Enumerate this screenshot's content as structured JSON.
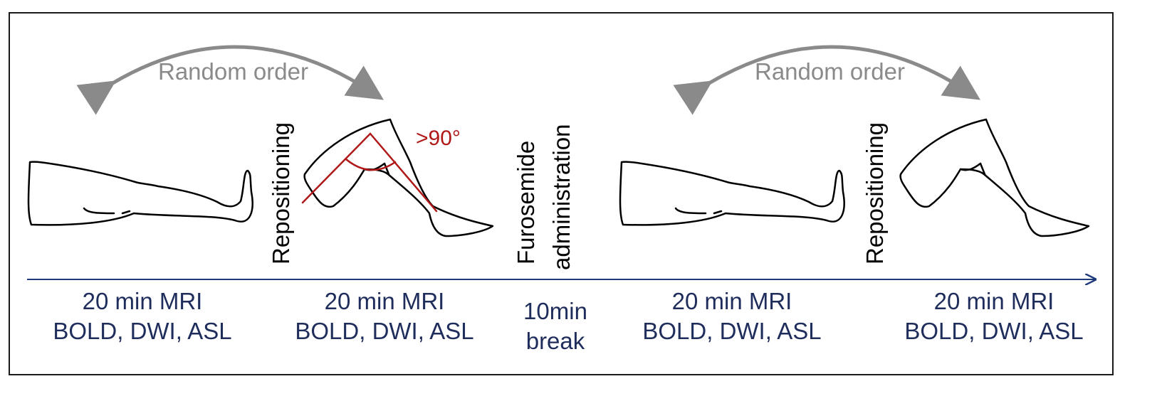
{
  "random_order": [
    "Random order",
    "Random order"
  ],
  "repositioning": [
    "Repositioning",
    "Repositioning"
  ],
  "furosemide": {
    "line1": "Furosemide",
    "line2": "administration"
  },
  "angle_label": ">90°",
  "steps": [
    {
      "line1": "20 min MRI",
      "line2": "BOLD, DWI, ASL"
    },
    {
      "line1": "20 min MRI",
      "line2": "BOLD, DWI, ASL"
    },
    {
      "line1": "10min",
      "line2": "break"
    },
    {
      "line1": "20 min MRI",
      "line2": "BOLD, DWI, ASL"
    },
    {
      "line1": "20 min MRI",
      "line2": "BOLD, DWI, ASL"
    }
  ],
  "colors": {
    "timeline": "#1f3a7a",
    "text": "#1f2d5c",
    "arc": "#8a8a8a",
    "angle": "#b01818"
  }
}
